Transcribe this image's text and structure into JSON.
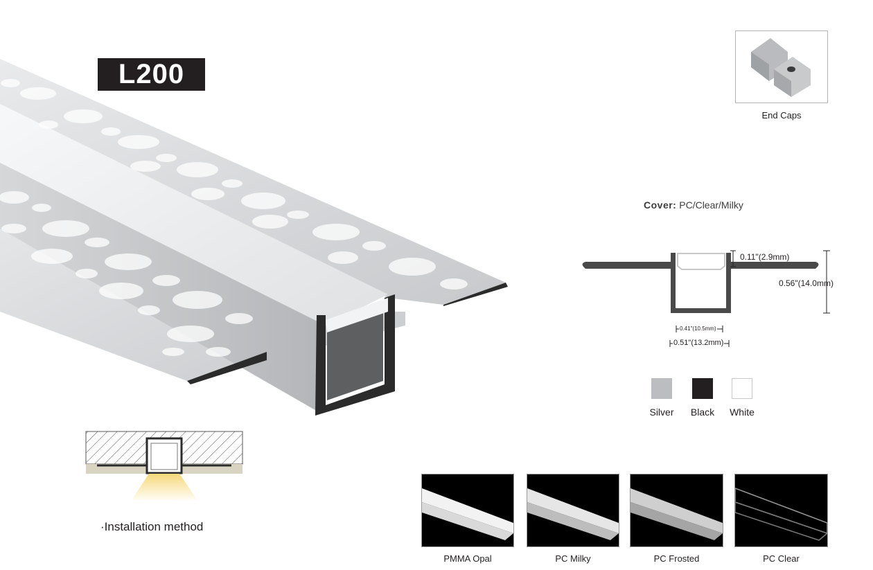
{
  "product": {
    "model": "L200"
  },
  "end_caps": {
    "caption": "End Caps"
  },
  "cover": {
    "label": "Cover:",
    "value": "PC/Clear/Milky"
  },
  "dimensions": {
    "lip_height": "0.11\"(2.9mm)",
    "total_height": "0.56\"(14.0mm)",
    "inner_width": "0.41\"(10.5mm)",
    "outer_width": "0.51\"(13.2mm)"
  },
  "colors": [
    {
      "label": "Silver",
      "hex": "#bcbdc0"
    },
    {
      "label": "Black",
      "hex": "#231f20"
    },
    {
      "label": "White",
      "hex": "#ffffff"
    }
  ],
  "installation": {
    "label": "·Installation method"
  },
  "diffusers": [
    {
      "label": "PMMA Opal"
    },
    {
      "label": "PC Milky"
    },
    {
      "label": "PC Frosted"
    },
    {
      "label": "PC Clear"
    }
  ]
}
